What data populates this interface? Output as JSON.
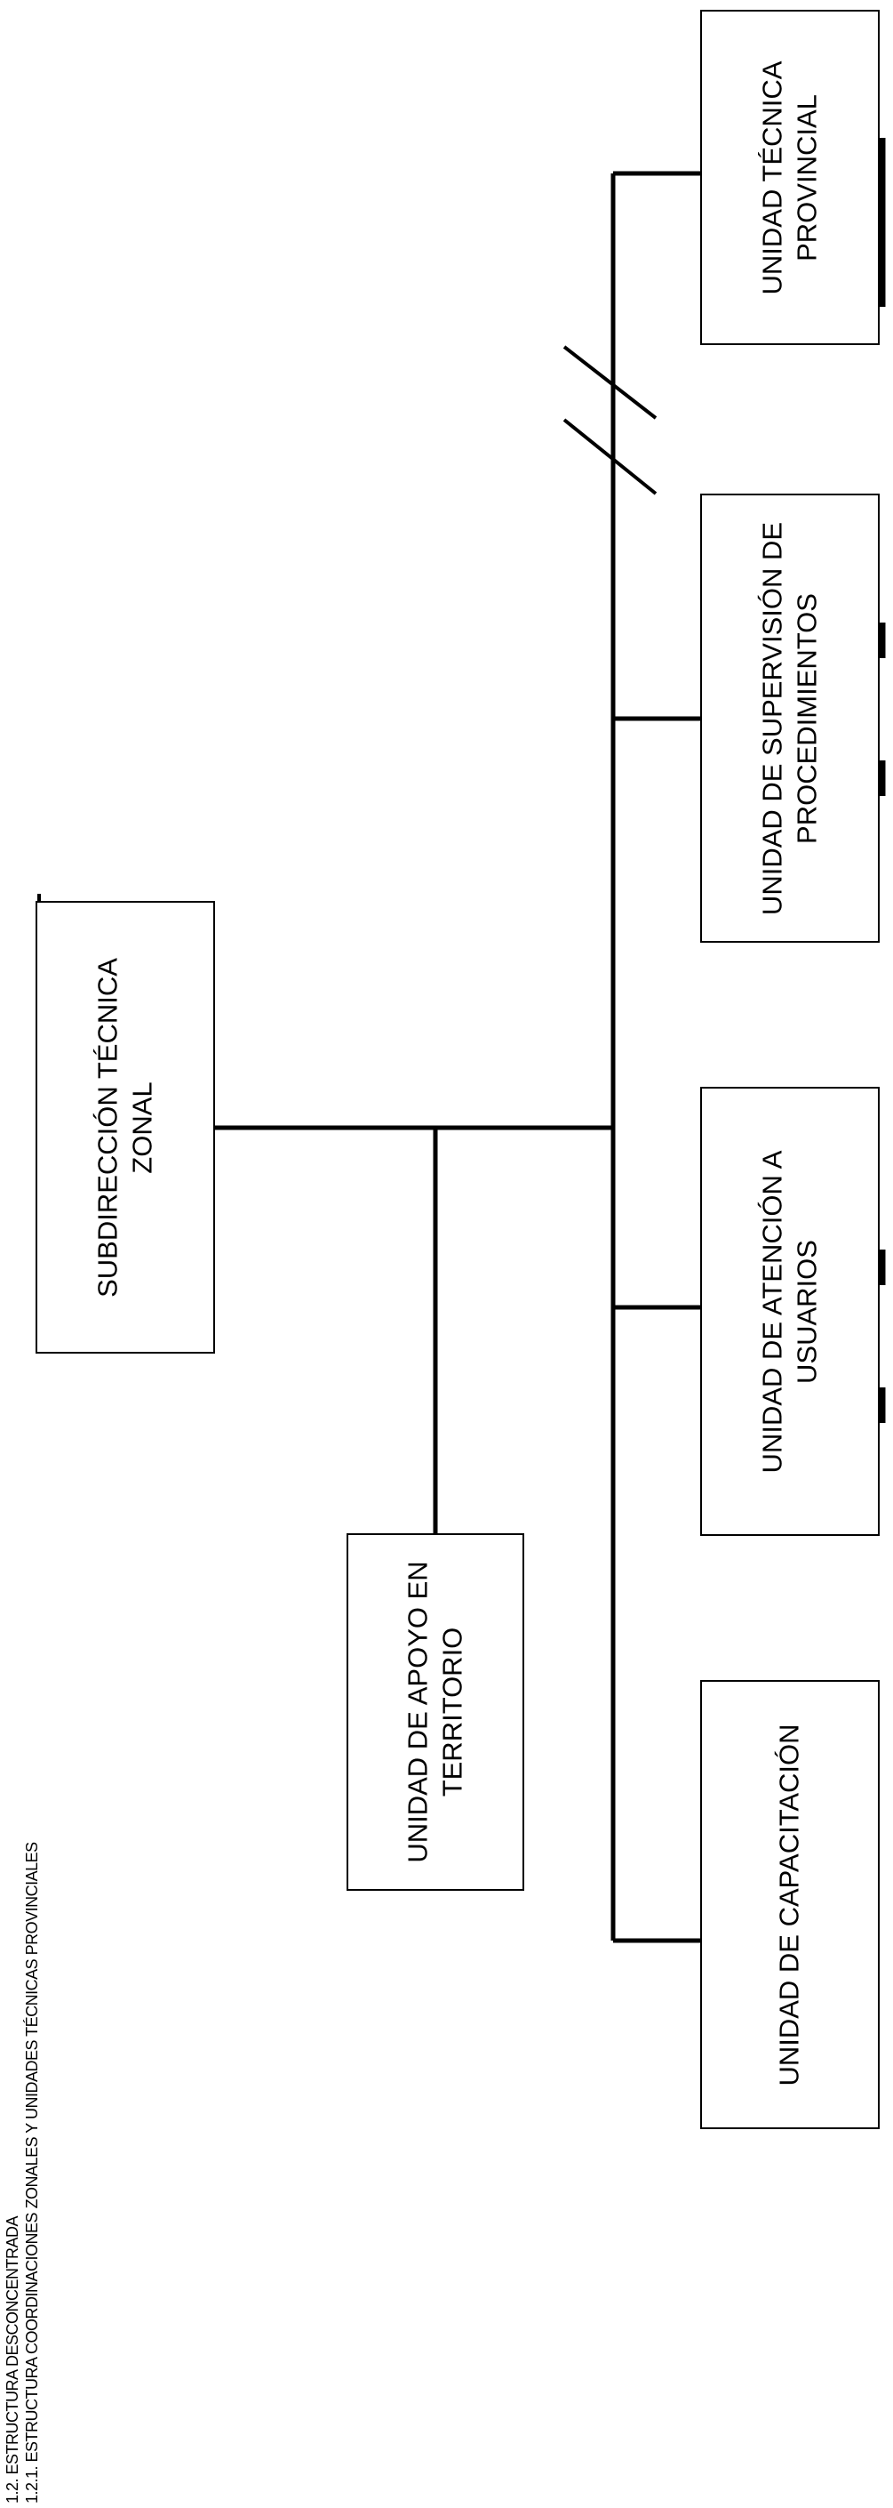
{
  "headings": {
    "line1": "1.2. ESTRUCTURA DESCONCENTRADA",
    "line2": "1.2.1. ESTRUCTURA COORDINACIONES ZONALES Y UNIDADES TÉCNICAS PROVINCIALES"
  },
  "nodes": {
    "subdireccion": [
      "SUBDIRECCIÓN TÉCNICA",
      "ZONAL"
    ],
    "apoyo": [
      "UNIDAD DE APOYO EN",
      "TERRITORIO"
    ],
    "capacitacion": [
      "UNIDAD DE CAPACITACIÓN"
    ],
    "atencion": [
      "UNIDAD DE ATENCIÓN A",
      "USUARIOS"
    ],
    "supervision": [
      "UNIDAD DE SUPERVISIÓN DE",
      "PROCEDIMIENTOS"
    ],
    "provincial": [
      "UNIDAD TÉCNICA",
      "PROVINCIAL"
    ]
  }
}
